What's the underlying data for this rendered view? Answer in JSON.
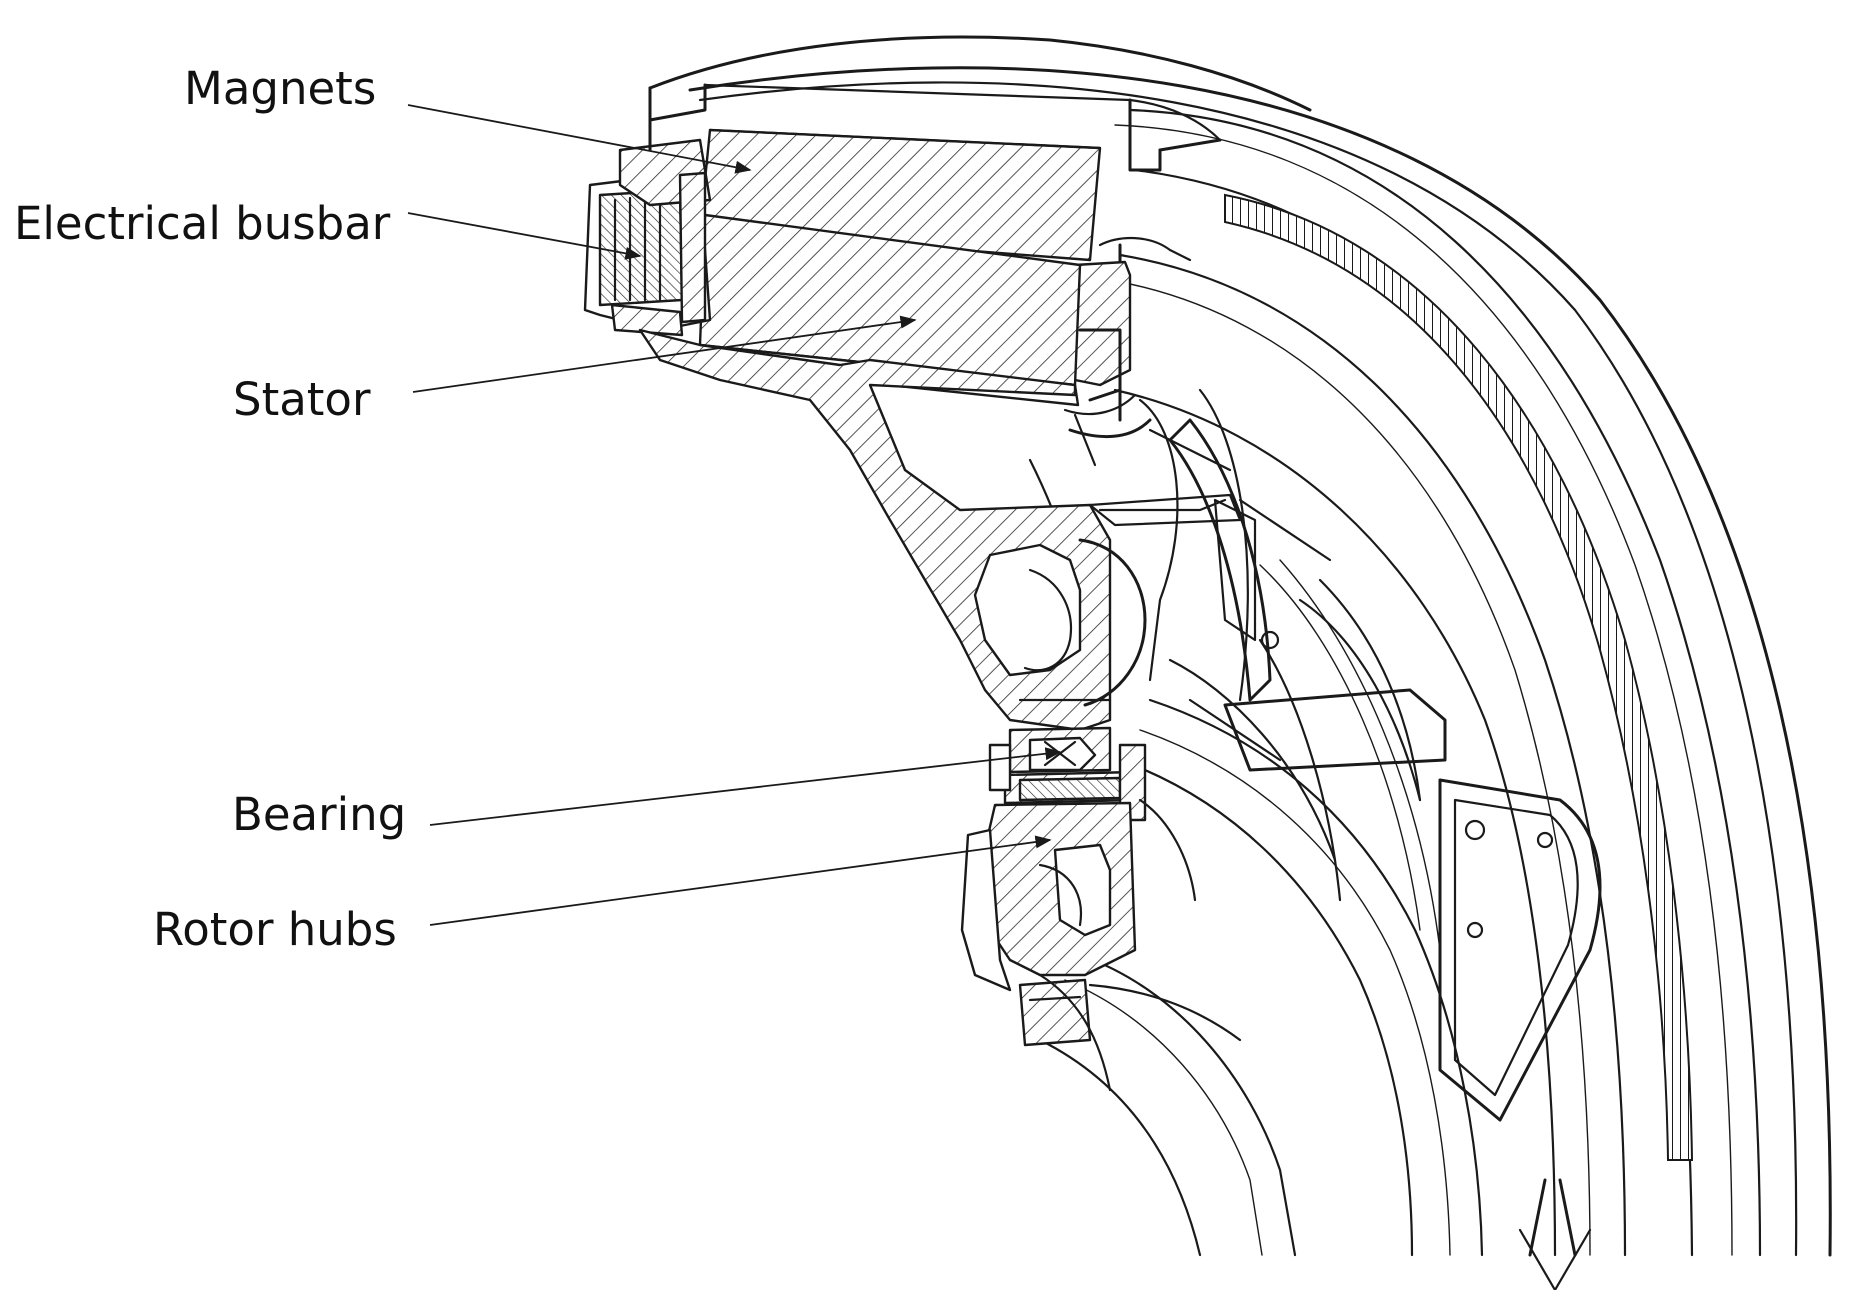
{
  "figure": {
    "type": "cross-section drawing of an in-wheel electric motor",
    "colors": {
      "ink": "#1a1a1a",
      "background": "#ffffff"
    }
  },
  "labels": {
    "magnets": "Magnets",
    "busbar": "Electrical busbar",
    "stator": "Stator",
    "bearing": "Bearing",
    "rotor_hubs": "Rotor hubs"
  }
}
